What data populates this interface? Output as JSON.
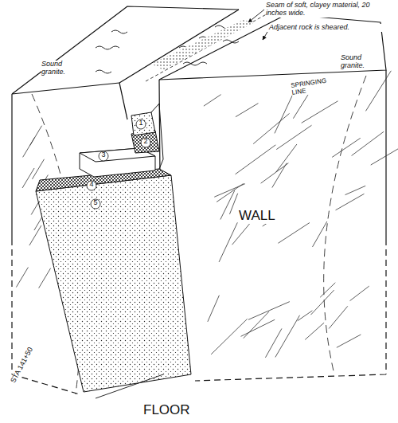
{
  "diagram": {
    "labels": [
      "Seam of soft, clayey material, 20 inches wide.",
      "Adjacent rock is sheared.",
      "Sound granite.",
      "Sound granite.",
      "SPRINGING LINE",
      "WALL",
      "STA 141+50",
      "FLOOR",
      "1",
      "2",
      "3",
      "4",
      "5"
    ]
  }
}
